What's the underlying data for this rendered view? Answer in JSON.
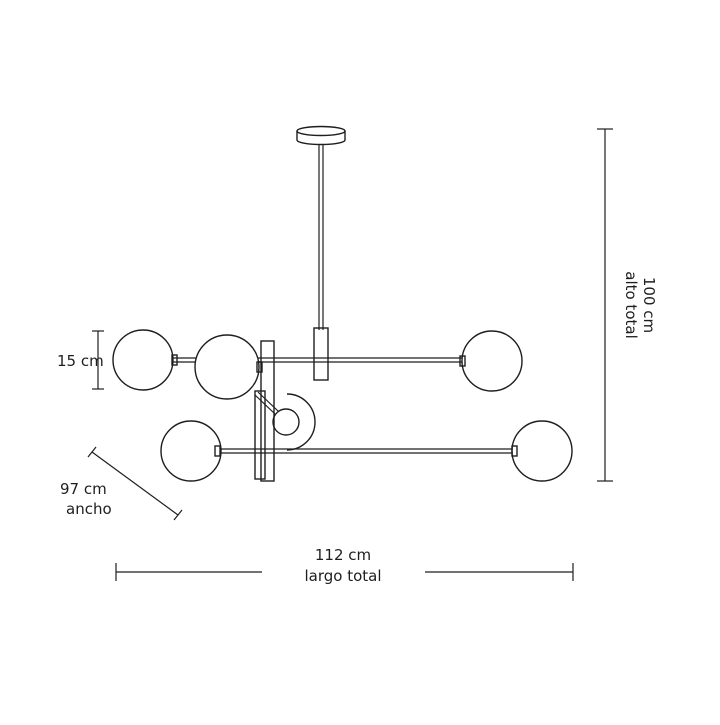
{
  "dimensions": {
    "globe_diameter": "15 cm",
    "width_value": "97 cm",
    "width_label": "ancho",
    "length_value": "112 cm",
    "length_label": "largo total",
    "height_value": "100  cm",
    "height_label": "alto total"
  },
  "colors": {
    "ink": "#1e1e1e",
    "background": "#ffffff"
  }
}
